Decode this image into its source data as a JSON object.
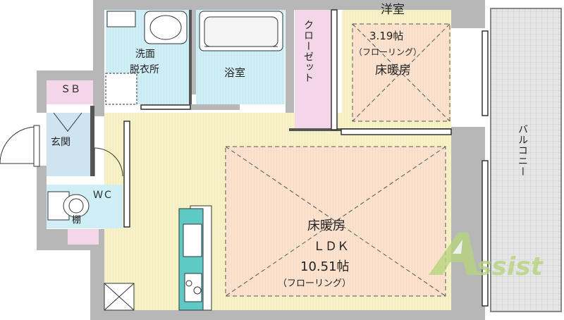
{
  "rooms": {
    "western_room": {
      "name": "洋室",
      "size": "3.19帖",
      "flooring": "（フローリング）",
      "heating": "床暖房"
    },
    "ldk": {
      "heating": "床暖房",
      "name": "ＬＤＫ",
      "size": "10.51帖",
      "flooring": "（フローリング）"
    },
    "closet": "クローゼット",
    "washroom_line1": "洗面",
    "washroom_line2": "脱衣所",
    "bathroom": "浴室",
    "shoe_box": "ＳＢ",
    "entrance": "玄関",
    "toilet": "ＷＣ",
    "shelf": "棚",
    "balcony": "バルコニー"
  },
  "logo": {
    "text": "Assist"
  },
  "colors": {
    "floor_yellow": "#f7f1c8",
    "floor_peach": "#fbe3cf",
    "bath_blue": "#cfeef6",
    "closet_pink": "#f4d6e9",
    "wall_gray": "#b7b7b7",
    "balcony_gray": "#e4e4e4",
    "kitchen_teal": "#5fc9c5",
    "logo_green": "#b7d47f"
  },
  "icons": [
    "stove-icon",
    "sink-icon",
    "toilet-icon",
    "washbasin-icon",
    "bathtub-icon",
    "cooktop-icon",
    "door-icon"
  ]
}
